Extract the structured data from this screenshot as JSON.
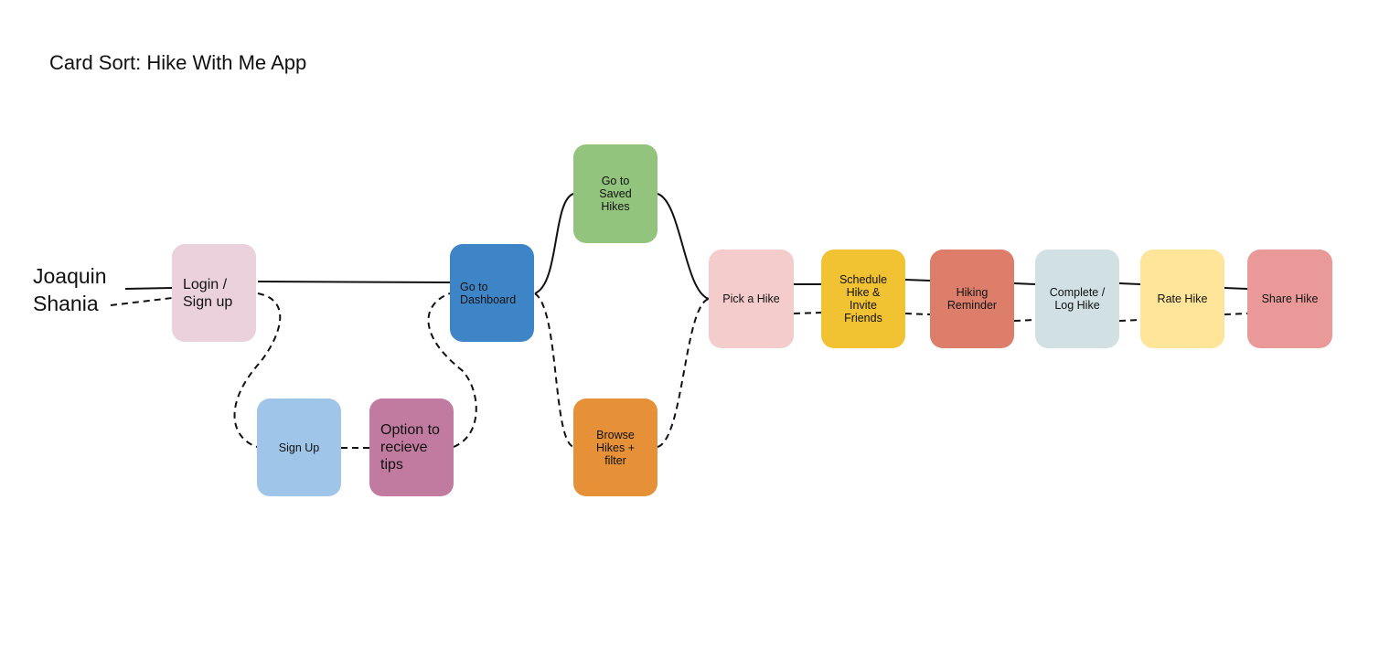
{
  "title": "Card Sort: Hike With Me App",
  "participants": [
    "Joaquin",
    "Shania"
  ],
  "cards": {
    "login": {
      "label": "Login /\nSign up",
      "color": "#ead1dc"
    },
    "signup": {
      "label": "Sign Up",
      "color": "#9fc5e8"
    },
    "tips": {
      "label": "Option to\nrecieve\ntips",
      "color": "#c27ba0"
    },
    "dashboard": {
      "label": "Go to\nDashboard",
      "color": "#3d85c6"
    },
    "saved": {
      "label": "Go to\nSaved\nHikes",
      "color": "#93c47d"
    },
    "browse": {
      "label": "Browse\nHikes +\nfilter",
      "color": "#e69138"
    },
    "pick": {
      "label": "Pick a Hike",
      "color": "#f4cccc"
    },
    "schedule": {
      "label": "Schedule\nHike &\nInvite\nFriends",
      "color": "#f1c232"
    },
    "reminder": {
      "label": "Hiking\nReminder",
      "color": "#dd7e6b"
    },
    "complete": {
      "label": "Complete /\nLog Hike",
      "color": "#d0e0e3"
    },
    "rate": {
      "label": "Rate Hike",
      "color": "#ffe599"
    },
    "share": {
      "label": "Share Hike",
      "color": "#ea9999"
    }
  },
  "line_styles": {
    "Joaquin": "solid",
    "Shania": "dashed"
  }
}
